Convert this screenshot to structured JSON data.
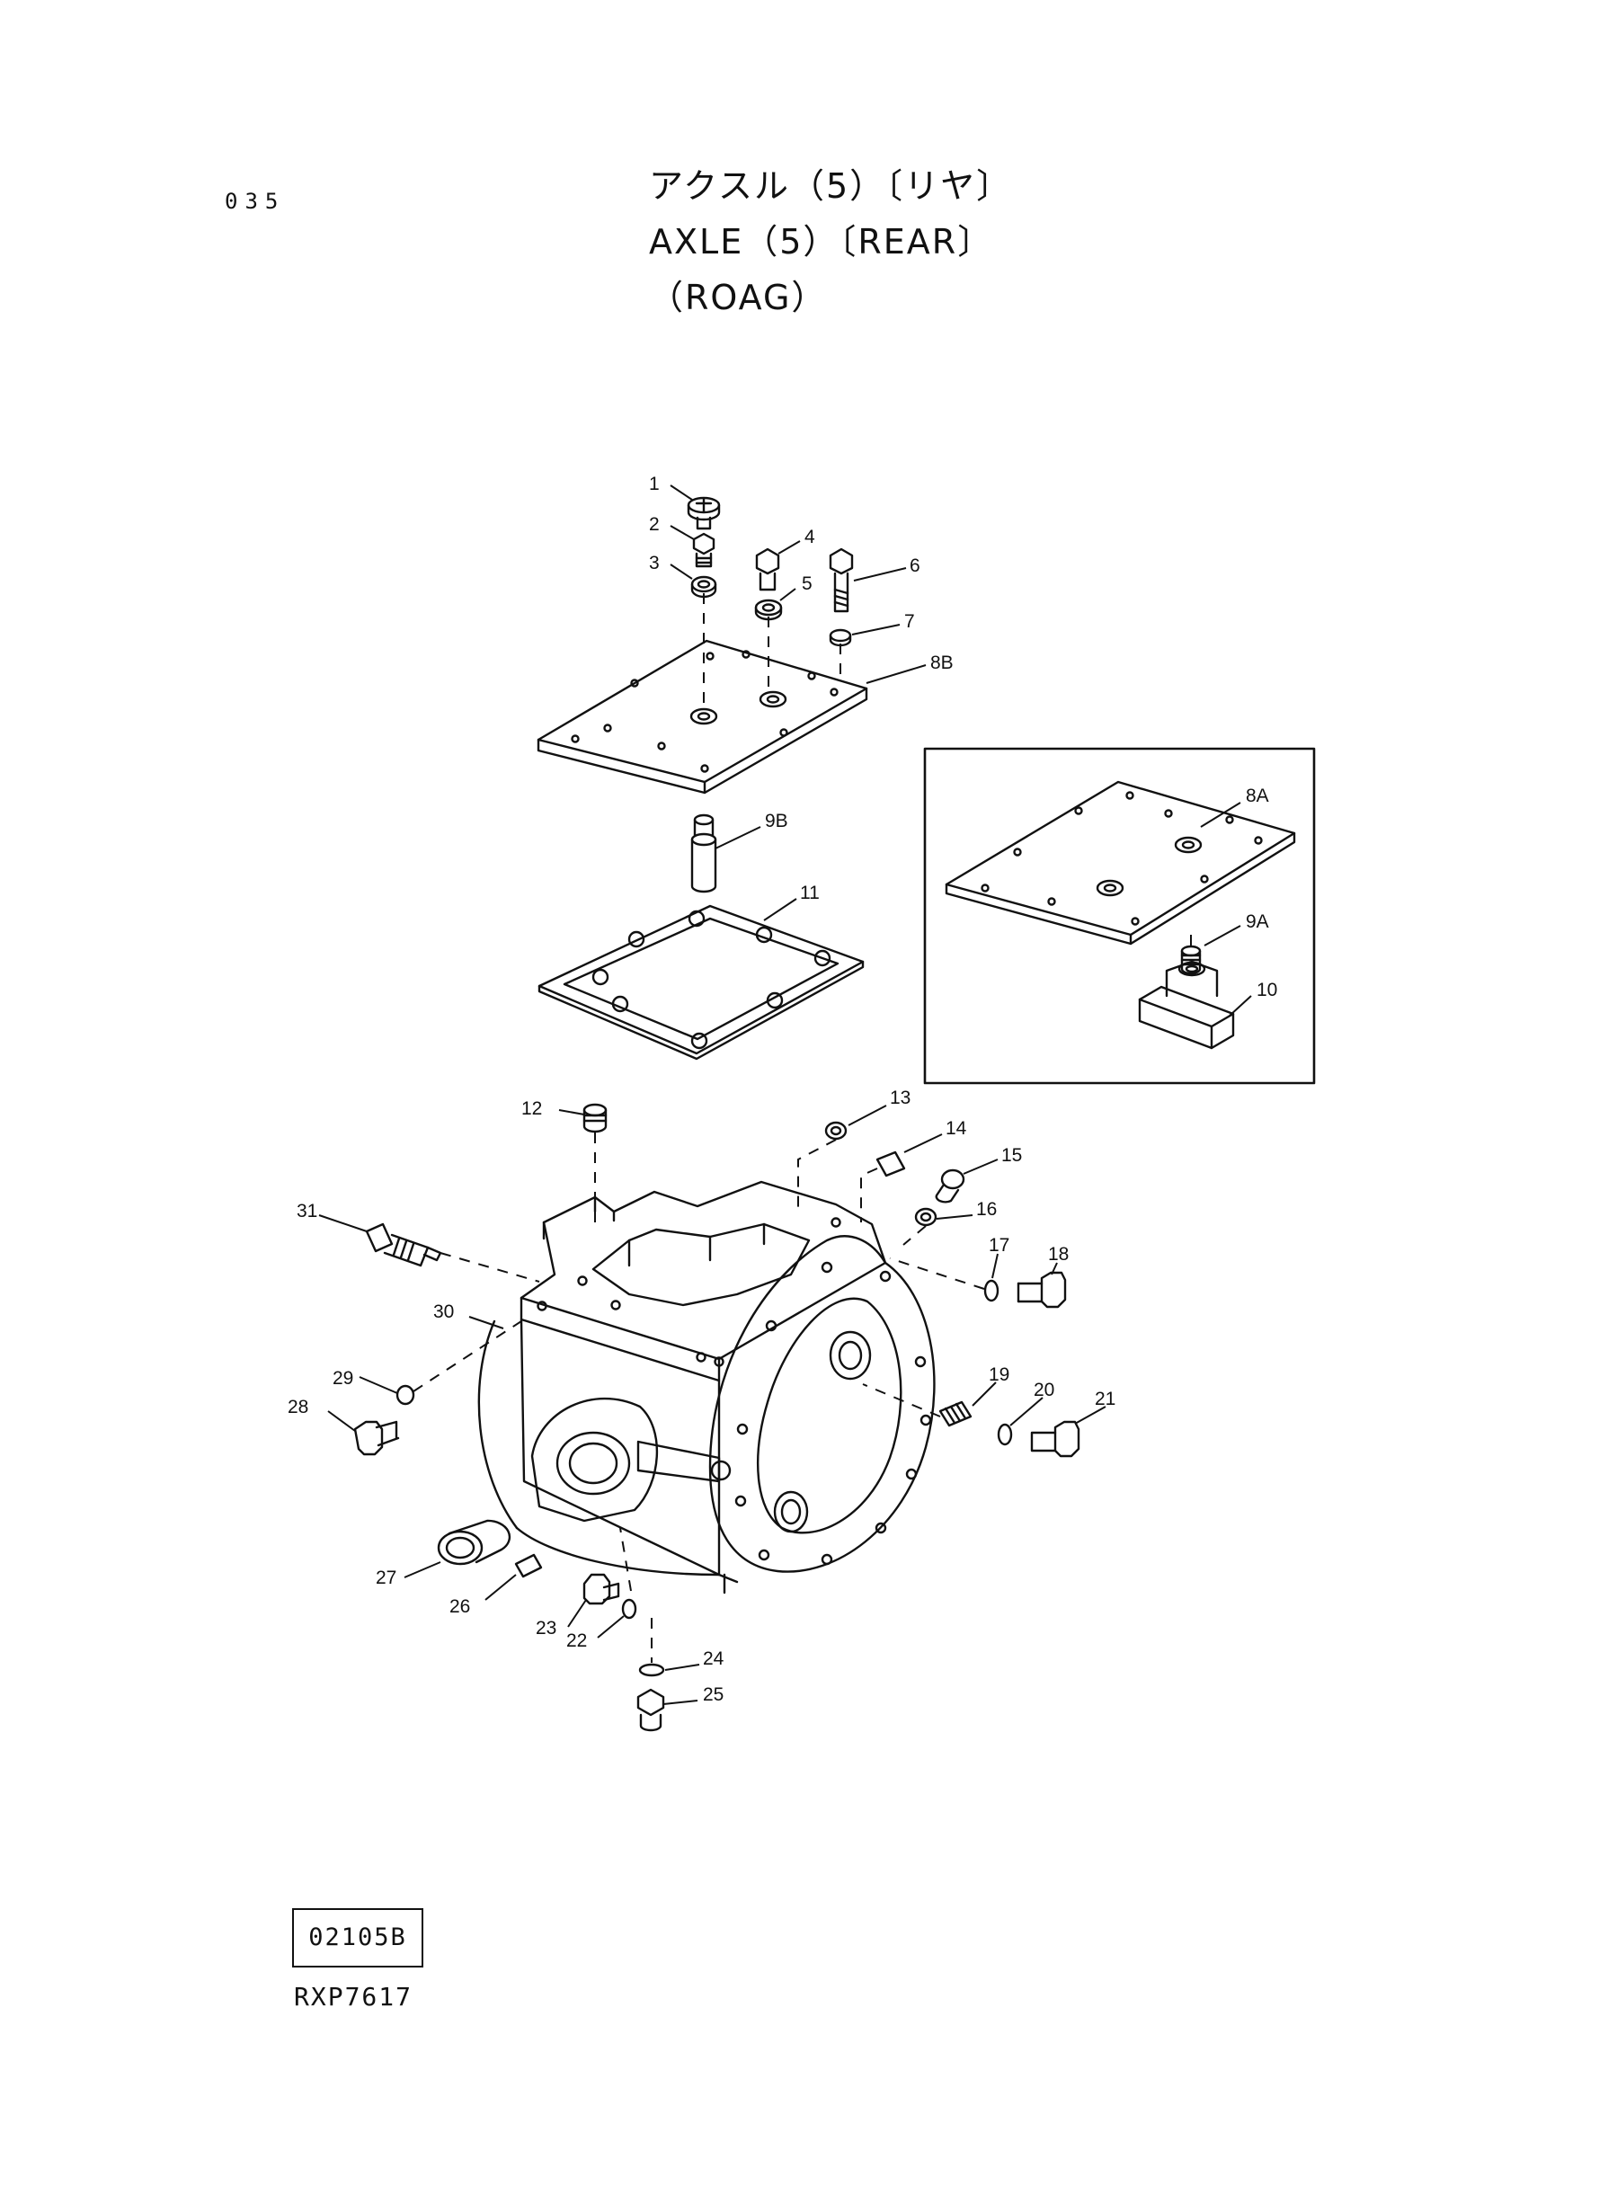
{
  "page_number": "035",
  "title": {
    "line1": "アクスル（5）〔リヤ〕",
    "line2": "AXLE（5）〔REAR〕",
    "line3": "（ROAG）"
  },
  "callouts": {
    "c1": "1",
    "c2": "2",
    "c3": "3",
    "c4": "4",
    "c5": "5",
    "c6": "6",
    "c7": "7",
    "c8b": "8B",
    "c8a": "8A",
    "c9b": "9B",
    "c9a": "9A",
    "c10": "10",
    "c11": "11",
    "c12": "12",
    "c13": "13",
    "c14": "14",
    "c15": "15",
    "c16": "16",
    "c17": "17",
    "c18": "18",
    "c19": "19",
    "c20": "20",
    "c21": "21",
    "c22": "22",
    "c23": "23",
    "c24": "24",
    "c25": "25",
    "c26": "26",
    "c27": "27",
    "c28": "28",
    "c29": "29",
    "c30": "30",
    "c31": "31"
  },
  "drawing_code": "02105B",
  "document_number": "RXP7617"
}
